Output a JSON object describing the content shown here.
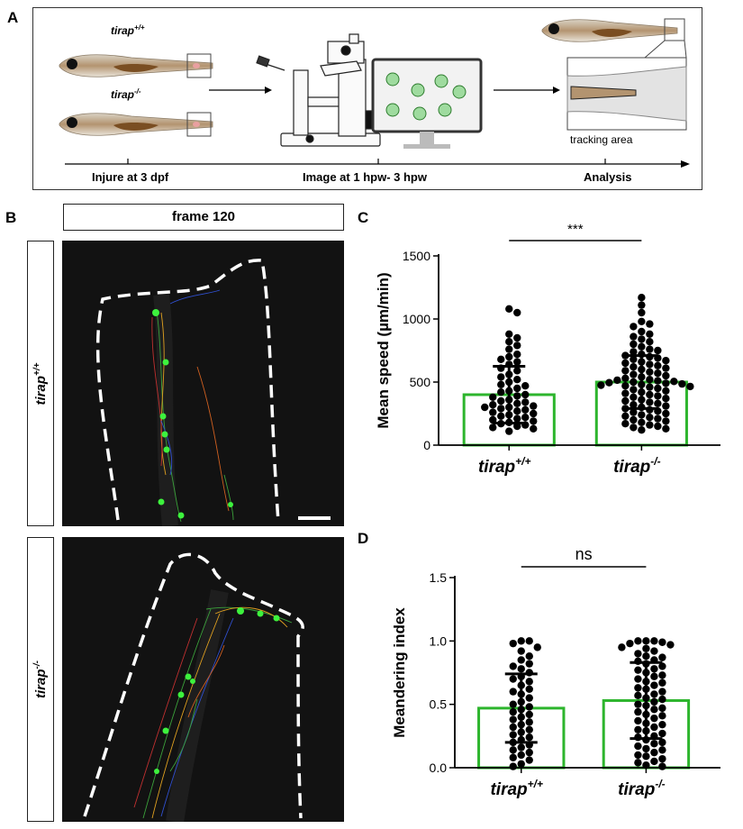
{
  "panel_letters": {
    "a": "A",
    "b": "B",
    "c": "C",
    "d": "D"
  },
  "panel_a": {
    "genotype_wt": "tirap",
    "genotype_wt_sup": "+/+",
    "genotype_ko": "tirap",
    "genotype_ko_sup": "-/-",
    "tracking_area_label": "tracking area",
    "timeline": [
      "Injure at 3 dpf",
      "Image at 1 hpw- 3 hpw",
      "Analysis"
    ]
  },
  "panel_b": {
    "frame_label": "frame 120",
    "row_wt_label": "tirap",
    "row_wt_sup": "+/+",
    "row_ko_label": "tirap",
    "row_ko_sup": "-/-"
  },
  "chart_data": [
    {
      "type": "bar",
      "panel": "C",
      "title": "",
      "ylabel": "Mean speed (µm/min)",
      "xlabel": "",
      "ylim": [
        0,
        1500
      ],
      "yticks": [
        0,
        500,
        1000,
        1500
      ],
      "categories": [
        "tirap+/+",
        "tirap-/-"
      ],
      "category_labels": [
        {
          "base": "tirap",
          "sup": "+/+"
        },
        {
          "base": "tirap",
          "sup": "-/-"
        }
      ],
      "values": [
        400,
        500
      ],
      "sd": [
        225,
        210
      ],
      "significance": "***",
      "bar_edge_color": "#2db52d",
      "points": [
        [
          1080,
          1050,
          880,
          850,
          820,
          790,
          760,
          720,
          700,
          680,
          660,
          640,
          610,
          590,
          560,
          540,
          520,
          500,
          480,
          470,
          450,
          430,
          420,
          400,
          390,
          380,
          360,
          350,
          340,
          330,
          320,
          310,
          300,
          300,
          290,
          280,
          270,
          260,
          250,
          240,
          230,
          220,
          210,
          200,
          190,
          180,
          170,
          160,
          150,
          140,
          130,
          110
        ],
        [
          1170,
          1110,
          1050,
          980,
          960,
          940,
          900,
          880,
          860,
          840,
          820,
          800,
          780,
          760,
          750,
          740,
          720,
          710,
          700,
          690,
          680,
          670,
          660,
          650,
          640,
          630,
          620,
          610,
          600,
          590,
          580,
          570,
          560,
          550,
          540,
          530,
          520,
          515,
          510,
          505,
          500,
          495,
          490,
          485,
          480,
          475,
          470,
          465,
          460,
          450,
          440,
          430,
          420,
          410,
          400,
          390,
          380,
          370,
          360,
          350,
          340,
          330,
          320,
          310,
          300,
          290,
          280,
          270,
          260,
          250,
          240,
          230,
          220,
          210,
          200,
          190,
          180,
          170,
          160,
          150,
          140,
          130,
          120
        ]
      ]
    },
    {
      "type": "bar",
      "panel": "D",
      "title": "",
      "ylabel": "Meandering index",
      "xlabel": "",
      "ylim": [
        0,
        1.5
      ],
      "yticks": [
        0.0,
        0.5,
        1.0,
        1.5
      ],
      "ytick_labels": [
        "0.0",
        "0.5",
        "1.0",
        "1.5"
      ],
      "categories": [
        "tirap+/+",
        "tirap-/-"
      ],
      "category_labels": [
        {
          "base": "tirap",
          "sup": "+/+"
        },
        {
          "base": "tirap",
          "sup": "-/-"
        }
      ],
      "values": [
        0.47,
        0.53
      ],
      "sd": [
        0.27,
        0.3
      ],
      "significance": "ns",
      "bar_edge_color": "#2db52d",
      "points": [
        [
          1.0,
          1.0,
          0.98,
          0.95,
          0.92,
          0.88,
          0.85,
          0.82,
          0.8,
          0.78,
          0.75,
          0.72,
          0.7,
          0.68,
          0.65,
          0.62,
          0.6,
          0.58,
          0.55,
          0.52,
          0.5,
          0.48,
          0.46,
          0.44,
          0.42,
          0.4,
          0.38,
          0.36,
          0.34,
          0.32,
          0.3,
          0.28,
          0.26,
          0.24,
          0.22,
          0.2,
          0.18,
          0.16,
          0.14,
          0.12,
          0.1,
          0.08,
          0.06,
          0.03,
          0.01
        ],
        [
          1.0,
          1.0,
          1.0,
          0.99,
          0.98,
          0.97,
          0.95,
          0.94,
          0.92,
          0.9,
          0.88,
          0.87,
          0.85,
          0.84,
          0.82,
          0.8,
          0.78,
          0.77,
          0.75,
          0.73,
          0.72,
          0.7,
          0.68,
          0.67,
          0.65,
          0.63,
          0.62,
          0.6,
          0.58,
          0.57,
          0.55,
          0.54,
          0.52,
          0.5,
          0.49,
          0.47,
          0.46,
          0.44,
          0.42,
          0.41,
          0.39,
          0.37,
          0.35,
          0.34,
          0.32,
          0.3,
          0.29,
          0.27,
          0.25,
          0.24,
          0.22,
          0.2,
          0.19,
          0.17,
          0.15,
          0.14,
          0.12,
          0.1,
          0.09,
          0.07,
          0.05,
          0.04,
          0.02,
          0.01
        ]
      ]
    }
  ]
}
